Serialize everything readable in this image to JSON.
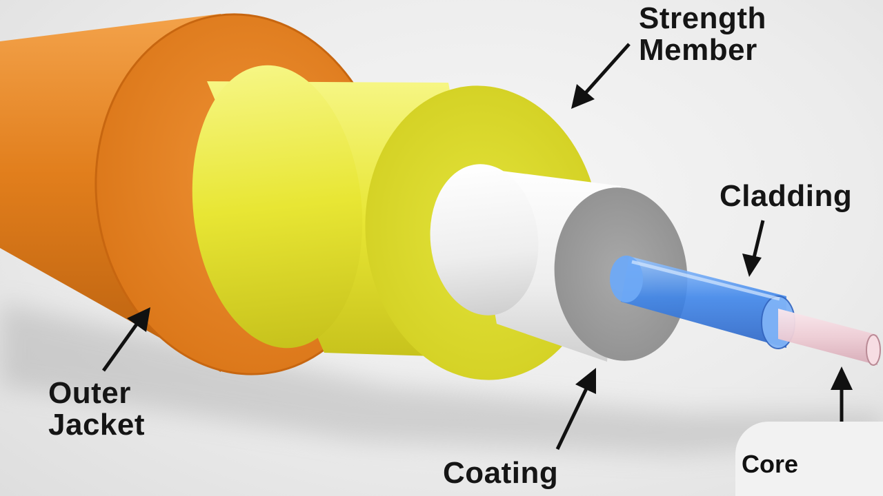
{
  "labels": {
    "strength_member": [
      "Strength",
      "Member"
    ],
    "cladding": "Cladding",
    "outer_jacket": [
      "Outer",
      "Jacket"
    ],
    "coating": "Coating",
    "core": "Core"
  },
  "layers": [
    {
      "name": "Outer Jacket",
      "color": "#e2821e"
    },
    {
      "name": "Strength Member",
      "color": "#dfe02a"
    },
    {
      "name": "Coating",
      "color": "#e6e6e6"
    },
    {
      "name": "Cladding",
      "color": "#4f8fe3"
    },
    {
      "name": "Core",
      "color": "#f0cfd6"
    }
  ],
  "colors": {
    "background": "#ececec",
    "label_text": "#151515",
    "arrow": "#111111"
  }
}
